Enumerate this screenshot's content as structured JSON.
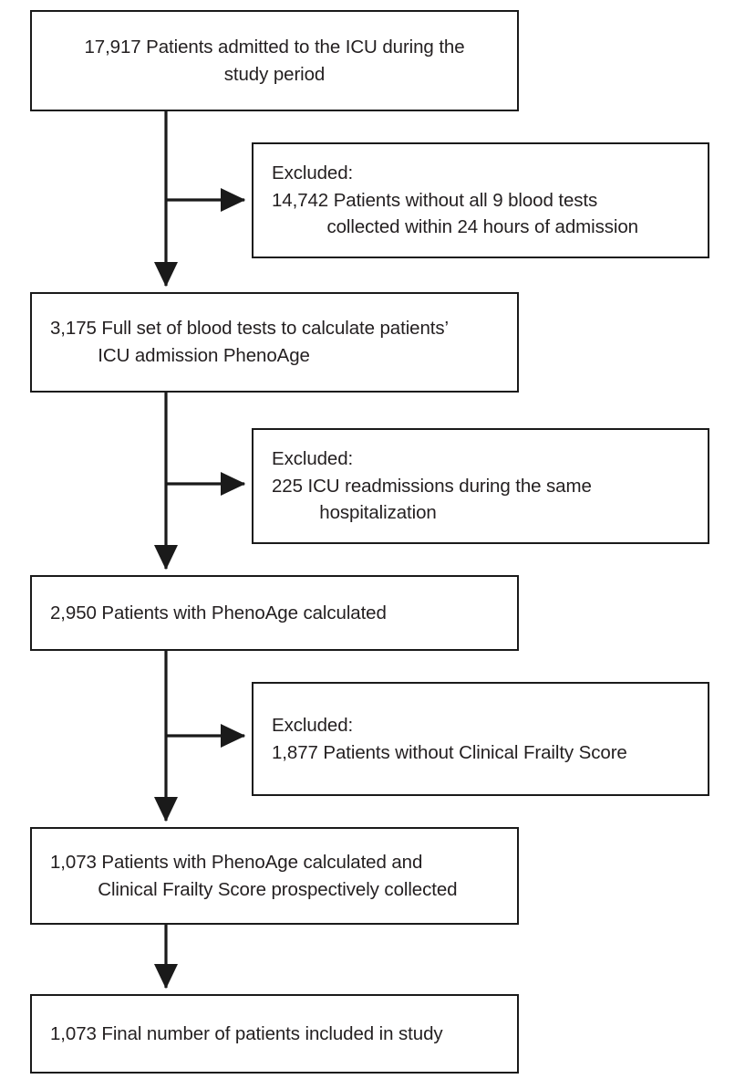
{
  "figure": {
    "type": "flowchart",
    "orientation": "vertical",
    "description": "Patient selection flow diagram for ICU PhenoAge study",
    "colors": {
      "box_border": "#1a1a1a",
      "text": "#231f20",
      "background": "#ffffff",
      "connector": "#1a1a1a"
    }
  },
  "nodes": {
    "n1": {
      "id": "enrollment",
      "count": "17,917",
      "line1": "17,917 Patients admitted to the ICU during the",
      "line2": "study period",
      "align": "center"
    },
    "x1": {
      "id": "excluded-1",
      "heading": "Excluded:",
      "count": "14,742",
      "line1": "14,742 Patients without all 9 blood tests",
      "line2": "collected within 24 hours of admission",
      "align": "left"
    },
    "n2": {
      "id": "full-blood-tests",
      "count": "3,175",
      "line1": "3,175 Full set of blood tests to calculate patients’",
      "line2": "ICU admission PhenoAge",
      "align": "left-hang"
    },
    "x2": {
      "id": "excluded-2",
      "heading": "Excluded:",
      "count": "225",
      "line1": "225 ICU readmissions during the same",
      "line2": "hospitalization",
      "align": "left"
    },
    "n3": {
      "id": "phenoage-calculated",
      "count": "2,950",
      "line1": "2,950 Patients with PhenoAge calculated",
      "line2": "",
      "align": "left"
    },
    "x3": {
      "id": "excluded-3",
      "heading": "Excluded:",
      "count": "1,877",
      "line1": "1,877 Patients without Clinical Frailty Score",
      "line2": "",
      "align": "left"
    },
    "n4": {
      "id": "phenoage-and-cfs",
      "count": "1,073",
      "line1": "1,073 Patients with PhenoAge calculated and",
      "line2": "Clinical Frailty Score prospectively collected",
      "align": "left-hang"
    },
    "n5": {
      "id": "final-included",
      "count": "1,073",
      "line1": "1,073 Final number of patients included in study",
      "line2": "",
      "align": "left"
    }
  },
  "connectors": [
    {
      "name": "n1-to-n2",
      "kind": "vertical-arrow"
    },
    {
      "name": "n1-to-x1",
      "kind": "branch-right-arrow"
    },
    {
      "name": "n2-to-n3",
      "kind": "vertical-arrow"
    },
    {
      "name": "n2-to-x2",
      "kind": "branch-right-arrow"
    },
    {
      "name": "n3-to-n4",
      "kind": "vertical-arrow"
    },
    {
      "name": "n3-to-x3",
      "kind": "branch-right-arrow"
    },
    {
      "name": "n4-to-n5",
      "kind": "vertical-arrow"
    }
  ]
}
